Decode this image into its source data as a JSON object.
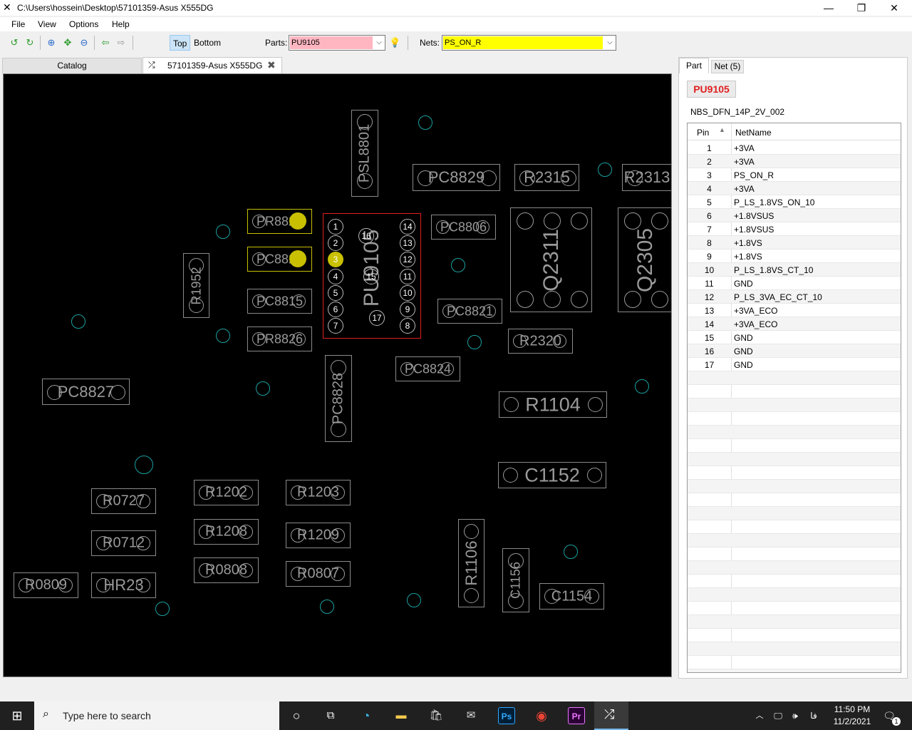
{
  "window": {
    "title": "C:\\Users\\hossein\\Desktop\\57101359-Asus X555DG",
    "app_icon": "shuffle-icon"
  },
  "menu": [
    "File",
    "View",
    "Options",
    "Help"
  ],
  "toolbar": {
    "top_label": "Top",
    "bottom_label": "Bottom",
    "parts_label": "Parts:",
    "parts_value": "PU9105",
    "nets_label": "Nets:",
    "nets_value": "PS_ON_R"
  },
  "tabs": {
    "catalog": "Catalog",
    "board": "57101359-Asus X555DG"
  },
  "board": {
    "components": [
      "PSL8801",
      "PC8829",
      "R2315",
      "R2313",
      "PR8825",
      "PC8826",
      "PC8815",
      "PR8826",
      "R1952",
      "PC8806",
      "Q2311",
      "Q2305",
      "PC8821",
      "R2320",
      "PC8824",
      "PC8828",
      "PC8827",
      "R1104",
      "C1152",
      "R0727",
      "R1202",
      "R1203",
      "R1208",
      "R1209",
      "R0712",
      "R0808",
      "R0807",
      "R0809",
      "HR23",
      "R1106",
      "C1156",
      "C1154"
    ],
    "part_label": "PU9105",
    "pins_left": [
      "1",
      "2",
      "3",
      "4",
      "5",
      "6",
      "7"
    ],
    "pins_right": [
      "14",
      "13",
      "12",
      "11",
      "10",
      "9",
      "8"
    ],
    "pins_center": [
      "16",
      "15",
      "17"
    ]
  },
  "panel": {
    "tabs": [
      "Part",
      "Net (5)"
    ],
    "part_name": "PU9105",
    "package": "NBS_DFN_14P_2V_002",
    "columns": [
      "Pin",
      "NetName"
    ],
    "sort_indicator": "▲",
    "rows": [
      {
        "pin": "1",
        "net": "+3VA"
      },
      {
        "pin": "2",
        "net": "+3VA"
      },
      {
        "pin": "3",
        "net": "PS_ON_R"
      },
      {
        "pin": "4",
        "net": "+3VA"
      },
      {
        "pin": "5",
        "net": "P_LS_1.8VS_ON_10"
      },
      {
        "pin": "6",
        "net": "+1.8VSUS"
      },
      {
        "pin": "7",
        "net": "+1.8VSUS"
      },
      {
        "pin": "8",
        "net": "+1.8VS"
      },
      {
        "pin": "9",
        "net": "+1.8VS"
      },
      {
        "pin": "10",
        "net": "P_LS_1.8VS_CT_10"
      },
      {
        "pin": "11",
        "net": "GND"
      },
      {
        "pin": "12",
        "net": "P_LS_3VA_EC_CT_10"
      },
      {
        "pin": "13",
        "net": "+3VA_ECO"
      },
      {
        "pin": "14",
        "net": "+3VA_ECO"
      },
      {
        "pin": "15",
        "net": "GND"
      },
      {
        "pin": "16",
        "net": "GND"
      },
      {
        "pin": "17",
        "net": "GND"
      }
    ]
  },
  "taskbar": {
    "search_placeholder": "Type here to search",
    "time": "11:50 PM",
    "date": "11/2/2021",
    "lang": "فا",
    "notif_count": "1",
    "ps_label": "Ps",
    "pr_label": "Pr"
  },
  "colors": {
    "selected_part": "#ffb6c1",
    "selected_net": "#ffff00",
    "highlight_pad": "#c8c000",
    "via": "#1ba0a0",
    "part_outline": "#e02020"
  }
}
